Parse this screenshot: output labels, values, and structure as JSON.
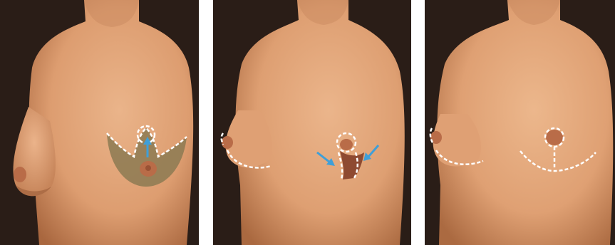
{
  "figure": {
    "panels": [
      {
        "stage": "before",
        "annotations": [
          "dashed-incision-outline",
          "new-nipple-position-circle",
          "upward-arrow",
          "shaded-excision-area"
        ]
      },
      {
        "stage": "during",
        "annotations": [
          "dashed-incision-outline",
          "inward-arrows",
          "vertical-excision-wedge"
        ]
      },
      {
        "stage": "after",
        "annotations": [
          "dashed-anchor-scar-outline",
          "periareolar-scar-circle"
        ]
      }
    ],
    "colors": {
      "background": "#ffffff",
      "dark_backdrop": "#2a1d17",
      "skin": "#e2a277",
      "skin_shadow": "#b4744d",
      "areola": "#b96c48",
      "excision_shade": "#8c7a52",
      "incision_dash": "#ffffff",
      "arrow": "#3f9fd8"
    }
  }
}
